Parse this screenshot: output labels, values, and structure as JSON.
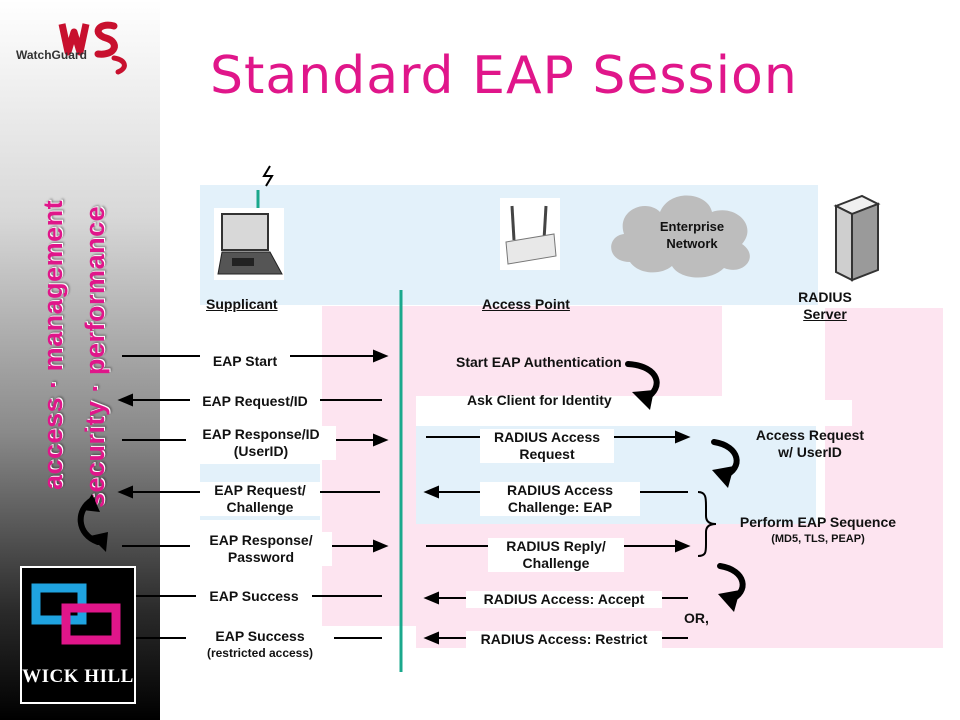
{
  "title": "Standard EAP Session",
  "brand": {
    "watchguard": "WatchGuard",
    "wickhill": "WICK HILL"
  },
  "tagline": {
    "line1": "access · management",
    "line2": "security · performance"
  },
  "nodes": {
    "supplicant": "Supplicant",
    "access_point": "Access Point",
    "enterprise_network_l1": "Enterprise",
    "enterprise_network_l2": "Network",
    "radius_l1": "RADIUS",
    "radius_l2": "Server"
  },
  "messages": {
    "eap_start": "EAP Start",
    "eap_request_id": "EAP Request/ID",
    "eap_response_id_l1": "EAP Response/ID",
    "eap_response_id_l2": "(UserID)",
    "eap_request_challenge_l1": "EAP Request/",
    "eap_request_challenge_l2": "Challenge",
    "eap_response_password_l1": "EAP Response/",
    "eap_response_password_l2": "Password",
    "eap_success": "EAP Success",
    "eap_success_restricted_l1": "EAP Success",
    "eap_success_restricted_l2": "(restricted access)",
    "start_eap_auth": "Start EAP Authentication",
    "ask_identity": "Ask Client for Identity",
    "radius_access_request_l1": "RADIUS Access",
    "radius_access_request_l2": "Request",
    "radius_access_challenge_l1": "RADIUS Access",
    "radius_access_challenge_l2": "Challenge: EAP",
    "radius_reply_l1": "RADIUS Reply/",
    "radius_reply_l2": "Challenge",
    "radius_accept": "RADIUS Access: Accept",
    "radius_restrict": "RADIUS Access: Restrict",
    "access_request_l1": "Access Request",
    "access_request_l2": "w/ UserID",
    "perform_eap_l1": "Perform EAP Sequence",
    "perform_eap_l2": "(MD5, TLS, PEAP)",
    "or": "OR,"
  },
  "colors": {
    "accent": "#e0168a",
    "pink_bg": "#fde4f0",
    "blue_bg": "#e3f1fa",
    "teal": "#1aa88c"
  }
}
